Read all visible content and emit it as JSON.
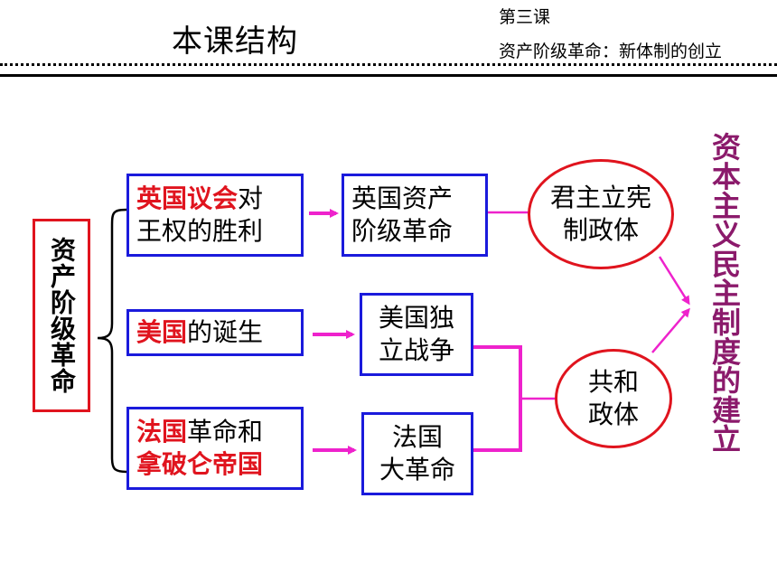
{
  "header": {
    "title": "本课结构",
    "lesson_number": "第三课",
    "lesson_name": "资产阶级革命：新体制的创立"
  },
  "main_topic": "资产阶级革命",
  "events": [
    {
      "part1": "英国议会",
      "part2": "对",
      "part3": "王权的胜利"
    },
    {
      "part1": "美国",
      "part2": "的诞生"
    },
    {
      "part1": "法国",
      "part2": "革命和",
      "part3": "拿破仑帝国"
    }
  ],
  "revolutions": [
    {
      "line1": "英国资产",
      "line2": "阶级革命"
    },
    {
      "line1": "美国独",
      "line2": "立战争"
    },
    {
      "line1": "法国",
      "line2": "大革命"
    }
  ],
  "regimes": [
    {
      "line1": "君主立宪",
      "line2": "制政体"
    },
    {
      "line1": "共和",
      "line2": "政体"
    }
  ],
  "result": "资本主义民主制度的建立",
  "colors": {
    "box_border": "#1a1adc",
    "highlight": "#e0141e",
    "arrow": "#ee22cc",
    "result_text": "#8b1a6b"
  }
}
